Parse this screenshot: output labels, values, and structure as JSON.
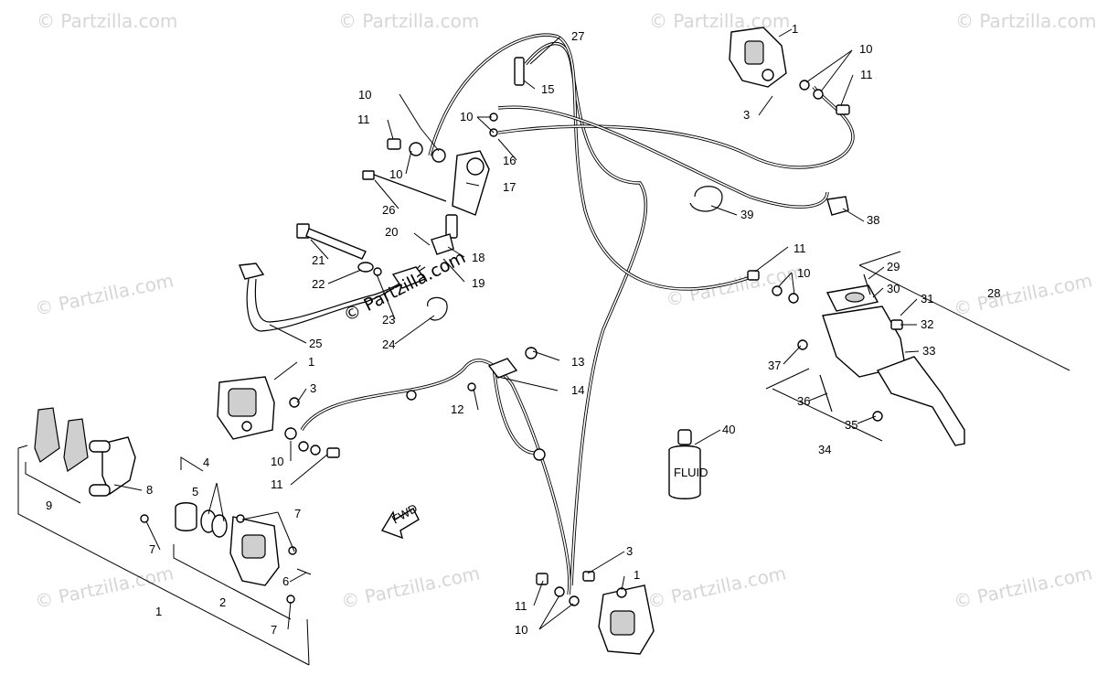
{
  "watermarks": [
    "© Partzilla.com"
  ],
  "copyright_stamp": "© Partzilla.com",
  "fwd_label": "FWD",
  "fluid_label": "FLUID",
  "callouts": {
    "c1_top": "1",
    "c10_top_a": "10",
    "c11_top": "11",
    "c3_top": "3",
    "c27": "27",
    "c15": "15",
    "c10_mid": "10",
    "c11_mid": "11",
    "c10_mid_b": "10",
    "c17": "17",
    "c16": "16",
    "c26": "26",
    "c20": "20",
    "c18": "18",
    "c19": "19",
    "c21": "21",
    "c22": "22",
    "c23": "23",
    "c24": "24",
    "c25": "25",
    "c39": "39",
    "c38": "38",
    "c11_r": "11",
    "c10_r": "10",
    "c29": "29",
    "c30": "30",
    "c31": "31",
    "c28": "28",
    "c32": "32",
    "c33": "33",
    "c37": "37",
    "c36": "36",
    "c35": "35",
    "c34": "34",
    "c40": "40",
    "c1_left": "1",
    "c3_left": "3",
    "c10_left": "10",
    "c11_left": "11",
    "c13": "13",
    "c14": "14",
    "c12": "12",
    "c4": "4",
    "c5": "5",
    "c7_a": "7",
    "c8": "8",
    "c9": "9",
    "c7_b": "7",
    "c6": "6",
    "c2": "2",
    "c7_c": "7",
    "c1_bottom": "1",
    "c3_br": "3",
    "c1_br": "1",
    "c11_br": "11",
    "c10_br": "10"
  }
}
